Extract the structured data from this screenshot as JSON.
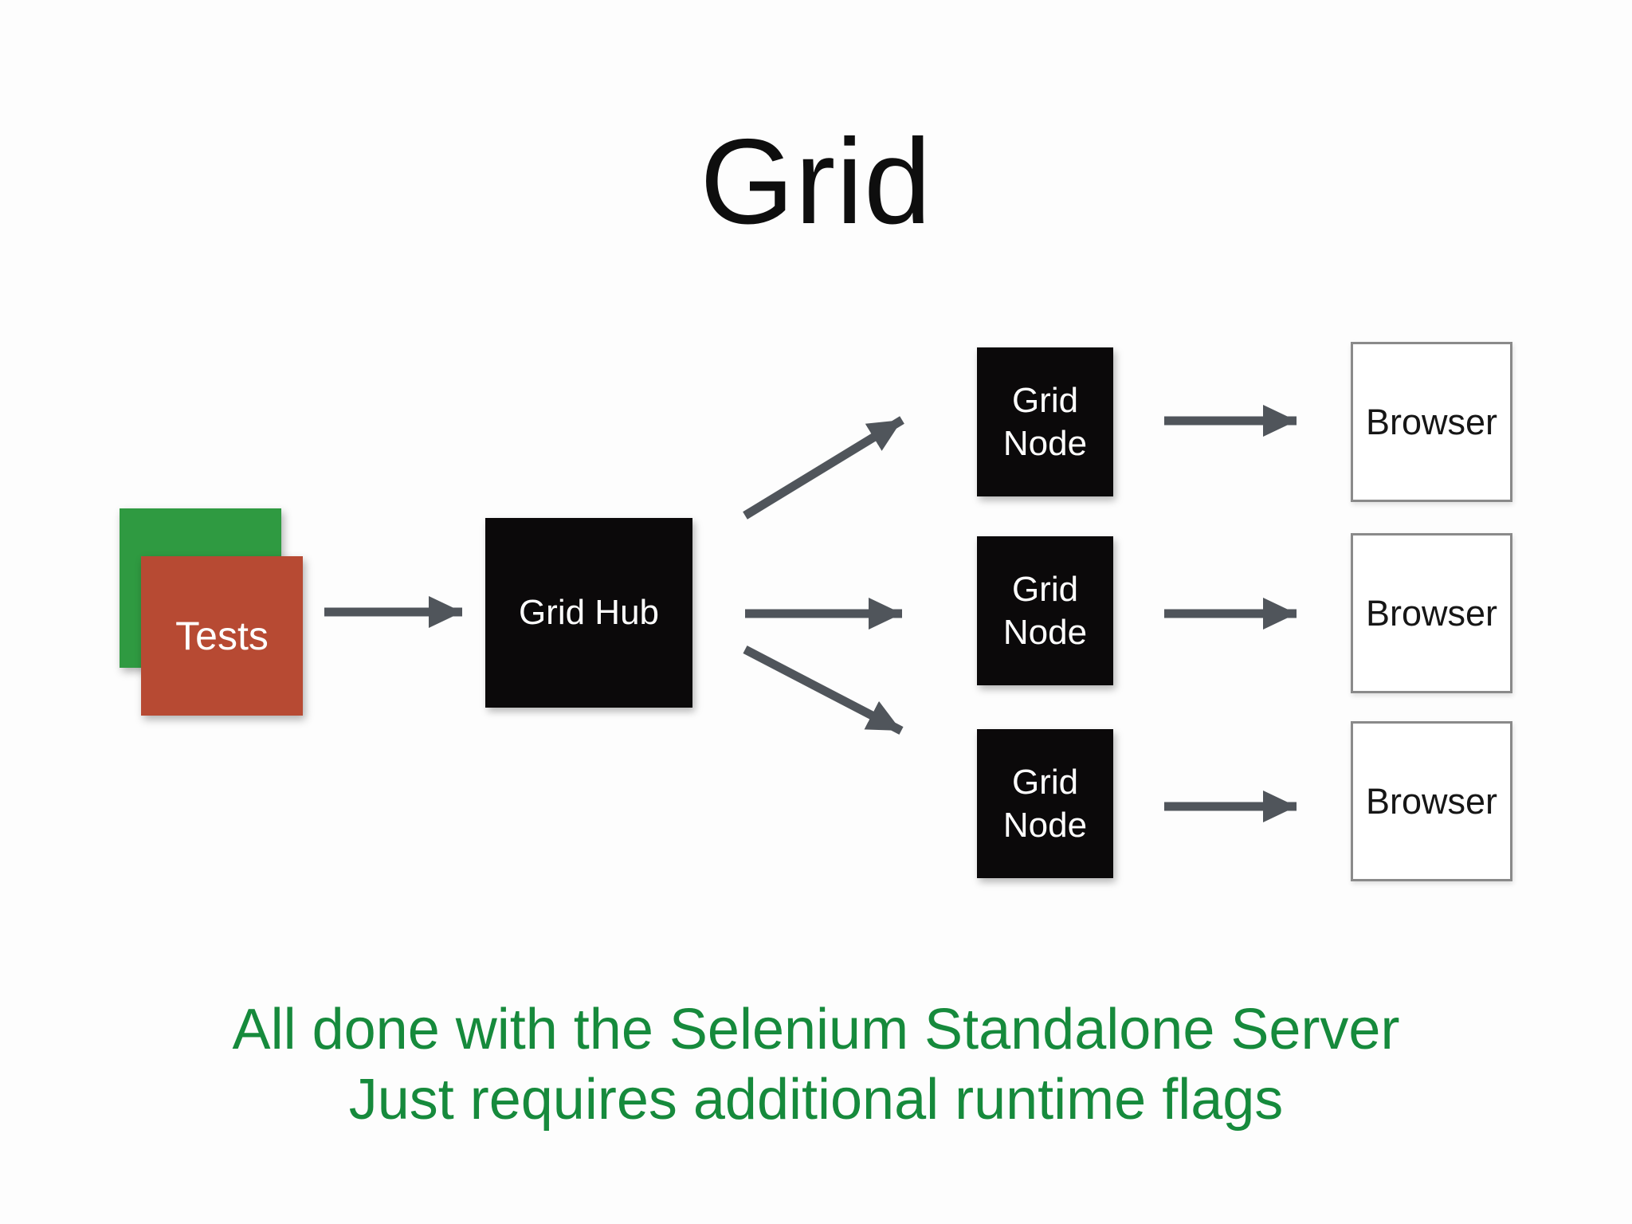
{
  "title": "Grid",
  "diagram": {
    "tests": {
      "label": "Tests"
    },
    "hub": {
      "label": "Grid Hub"
    },
    "nodes": [
      {
        "label": "Grid Node"
      },
      {
        "label": "Grid Node"
      },
      {
        "label": "Grid Node"
      }
    ],
    "browsers": [
      {
        "label": "Browser"
      },
      {
        "label": "Browser"
      },
      {
        "label": "Browser"
      }
    ]
  },
  "footer": {
    "line1": "All done with the Selenium Standalone Server",
    "line2": "Just requires additional runtime flags"
  },
  "icons": {
    "connector": "right-arrow-icon"
  },
  "colors": {
    "background": "#fdfdfd",
    "title_text": "#0e0e0e",
    "green_square": "#2f9a41",
    "red_square": "#b74a33",
    "black_box": "#0b090a",
    "box_text": "#ffffff",
    "browser_border": "#8a8a8a",
    "browser_text": "#161616",
    "arrow": "#50555b",
    "footer_text": "#168a3c"
  }
}
